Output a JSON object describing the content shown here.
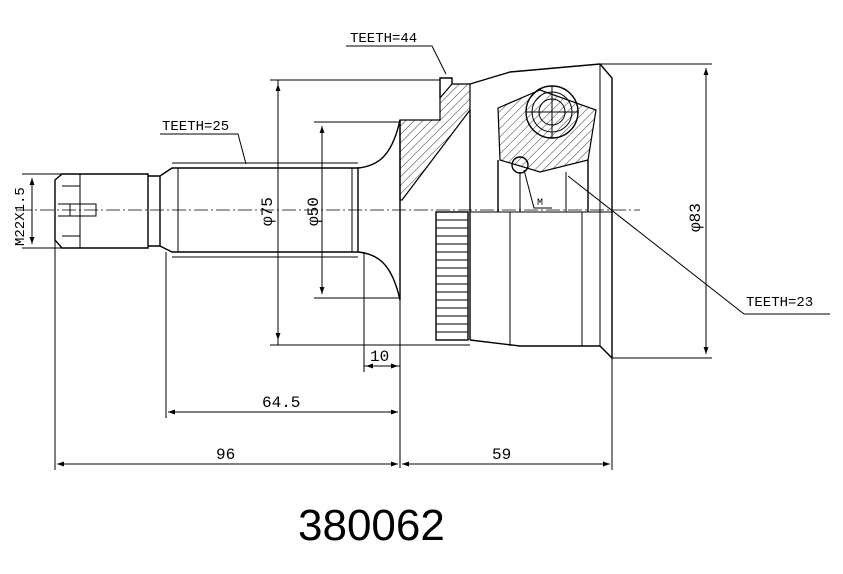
{
  "drawing": {
    "part_number": "380062",
    "labels": {
      "teeth_outer": "TEETH=44",
      "teeth_shaft": "TEETH=25",
      "teeth_inner": "TEETH=23",
      "thread": "M22X1.5",
      "dia_75": "φ75",
      "dia_50": "φ50",
      "dia_83": "φ83",
      "mark_m": "M"
    },
    "dimensions": {
      "d10": "10",
      "d64_5": "64.5",
      "d96": "96",
      "d59": "59"
    }
  }
}
